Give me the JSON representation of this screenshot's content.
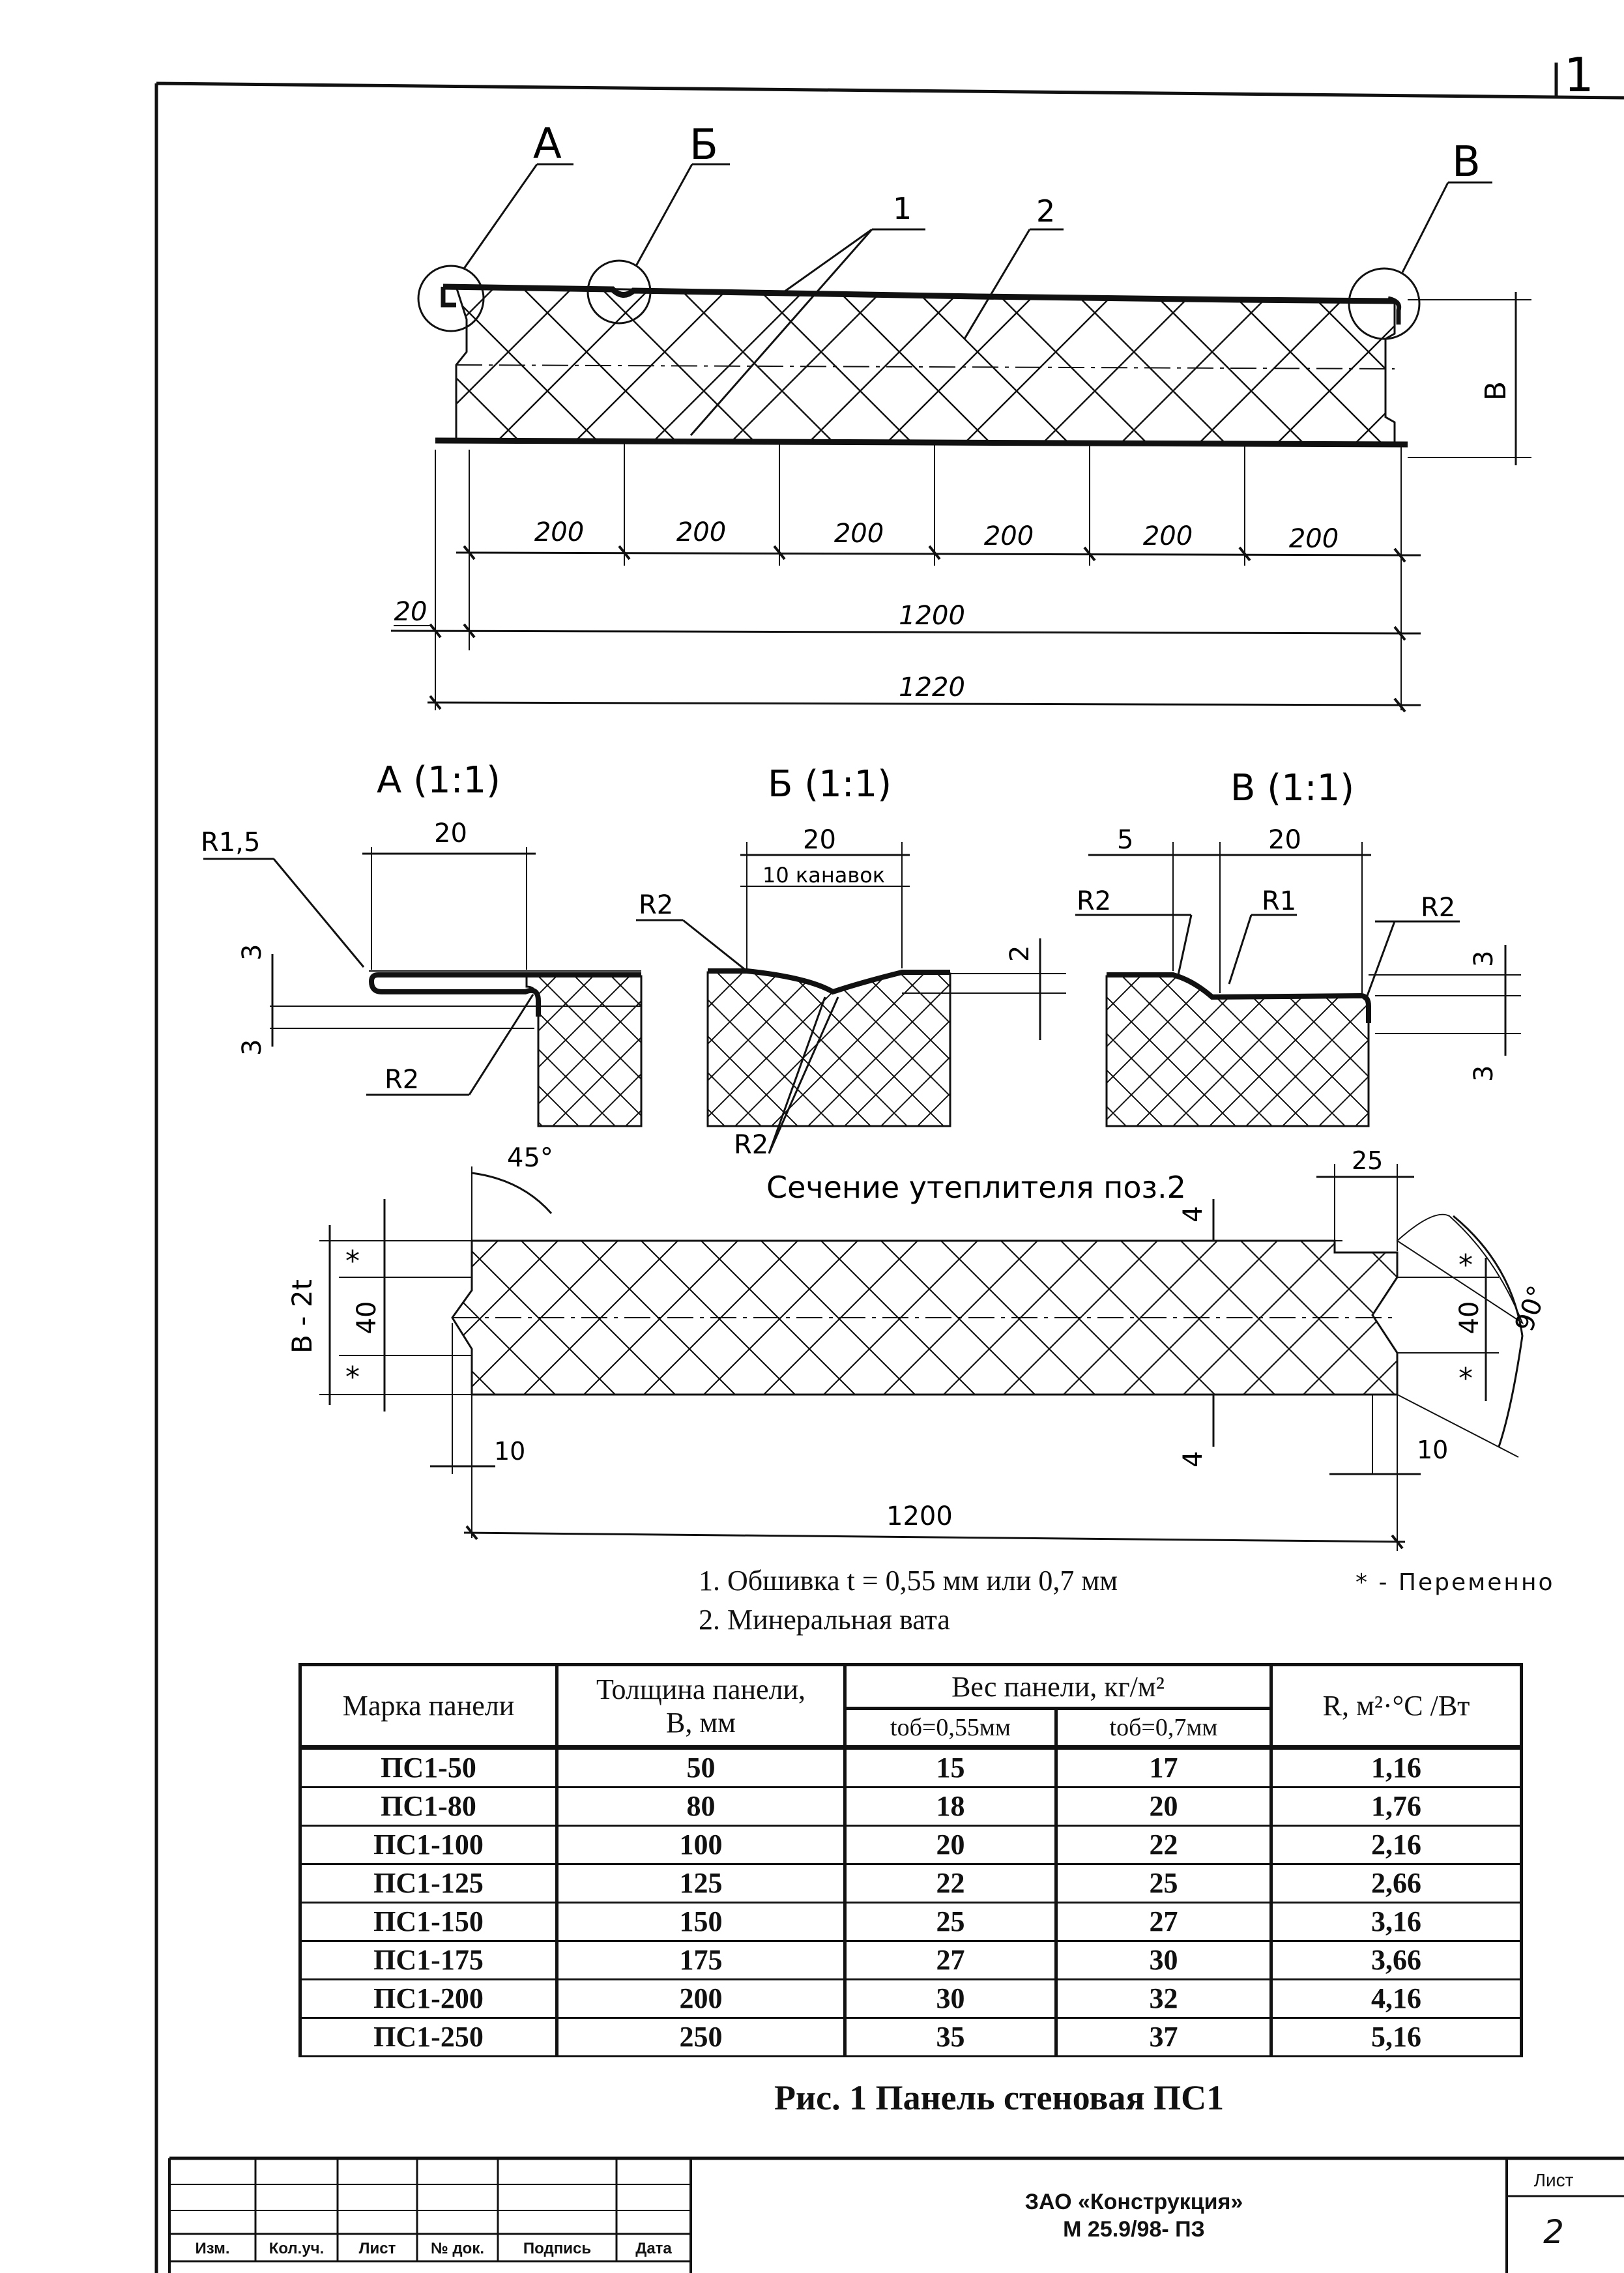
{
  "corner_mark": "1",
  "drawing": {
    "leaders": {
      "A": "A",
      "B": "Б",
      "V": "В",
      "pos1": "1",
      "pos2": "2"
    },
    "thickness_label": "B",
    "module_dims": [
      "200",
      "200",
      "200",
      "200",
      "200",
      "200"
    ],
    "offset_dim": "20",
    "overall_1200": "1200",
    "overall_1220": "1220"
  },
  "details": {
    "a": {
      "title": "A (1:1)",
      "radius_top": "R1,5",
      "width": "20",
      "d1": "3",
      "d2": "3",
      "radius_bottom": "R2"
    },
    "b": {
      "title": "Б (1:1)",
      "width": "20",
      "note": "10 канавок",
      "radius": "R2",
      "depth": "2",
      "radius_bottom": "R2"
    },
    "v": {
      "title": "В (1:1)",
      "w1": "5",
      "w2": "20",
      "r_left": "R2",
      "r_mid": "R1",
      "r_right": "R2",
      "d1": "3",
      "d2": "3"
    }
  },
  "section": {
    "title": "Сечение утеплителя поз.2",
    "angle_45": "45°",
    "angle_90": "90°",
    "height_label": "B - 2t",
    "tongue": "40",
    "star": "*",
    "left_offset": "10",
    "right_offset": "10",
    "top_25": "25",
    "cut_4_top": "4",
    "cut_4_bottom": "4",
    "length": "1200"
  },
  "specs": {
    "item1": "1. Обшивка t = 0,55 мм или 0,7 мм",
    "item2": "2. Минеральная вата",
    "legend": "* - Переменно"
  },
  "table": {
    "headers": {
      "mark": "Марка панели",
      "thickness_line1": "Толщина панели,",
      "thickness_line2": "B, мм",
      "weight": "Вес панели, кг/м²",
      "weight_055": "tоб=0,55мм",
      "weight_07": "tоб=0,7мм",
      "r": "R, м²·°C /Вт"
    },
    "rows": [
      [
        "ПС1-50",
        "50",
        "15",
        "17",
        "1,16"
      ],
      [
        "ПС1-80",
        "80",
        "18",
        "20",
        "1,76"
      ],
      [
        "ПС1-100",
        "100",
        "20",
        "22",
        "2,16"
      ],
      [
        "ПС1-125",
        "125",
        "22",
        "25",
        "2,66"
      ],
      [
        "ПС1-150",
        "150",
        "25",
        "27",
        "3,16"
      ],
      [
        "ПС1-175",
        "175",
        "27",
        "30",
        "3,66"
      ],
      [
        "ПС1-200",
        "200",
        "30",
        "32",
        "4,16"
      ],
      [
        "ПС1-250",
        "250",
        "35",
        "37",
        "5,16"
      ]
    ]
  },
  "caption": "Рис. 1 Панель стеновая ПС1",
  "title_block": {
    "org": "ЗАО «Конструкция»",
    "code": "М 25.9/98- ПЗ",
    "sheet_label": "Лист",
    "sheet_no": "2",
    "columns": [
      "Изм.",
      "Кол.уч.",
      "Лист",
      "№ док.",
      "Подпись",
      "Дата"
    ]
  }
}
